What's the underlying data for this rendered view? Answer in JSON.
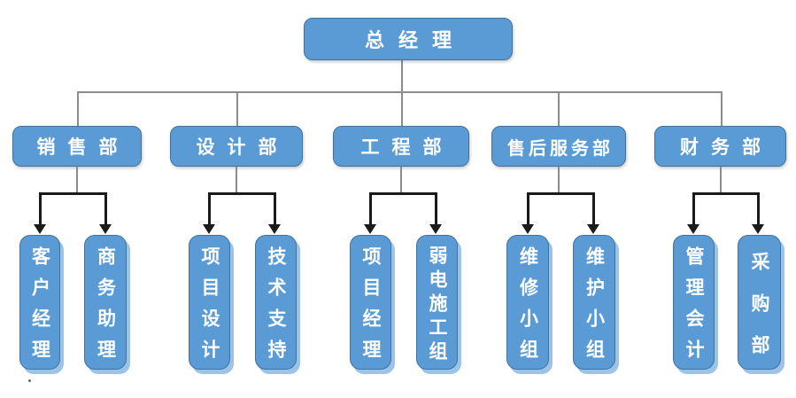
{
  "root": {
    "label": "总经理"
  },
  "departments": [
    {
      "label": "销售部",
      "children": [
        {
          "label": "客户经理"
        },
        {
          "label": "商务助理"
        }
      ]
    },
    {
      "label": "设计部",
      "children": [
        {
          "label": "项目设计"
        },
        {
          "label": "技术支持"
        }
      ]
    },
    {
      "label": "工程部",
      "children": [
        {
          "label": "项目经理"
        },
        {
          "label": "弱电施工组"
        }
      ]
    },
    {
      "label": "售后服务部",
      "children": [
        {
          "label": "维修小组"
        },
        {
          "label": "维护小组"
        }
      ]
    },
    {
      "label": "财务部",
      "children": [
        {
          "label": "管理会计"
        },
        {
          "label": "采购部"
        }
      ]
    }
  ],
  "colors": {
    "node_fill": "#5B9BD5",
    "node_border": "#41719C",
    "node_text": "#FFFFFF",
    "tall_node_shadow": "#9DC3E6",
    "connector_gray": "#8C8C8C",
    "connector_black": "#1A1A1A",
    "background": "#FFFFFF"
  }
}
